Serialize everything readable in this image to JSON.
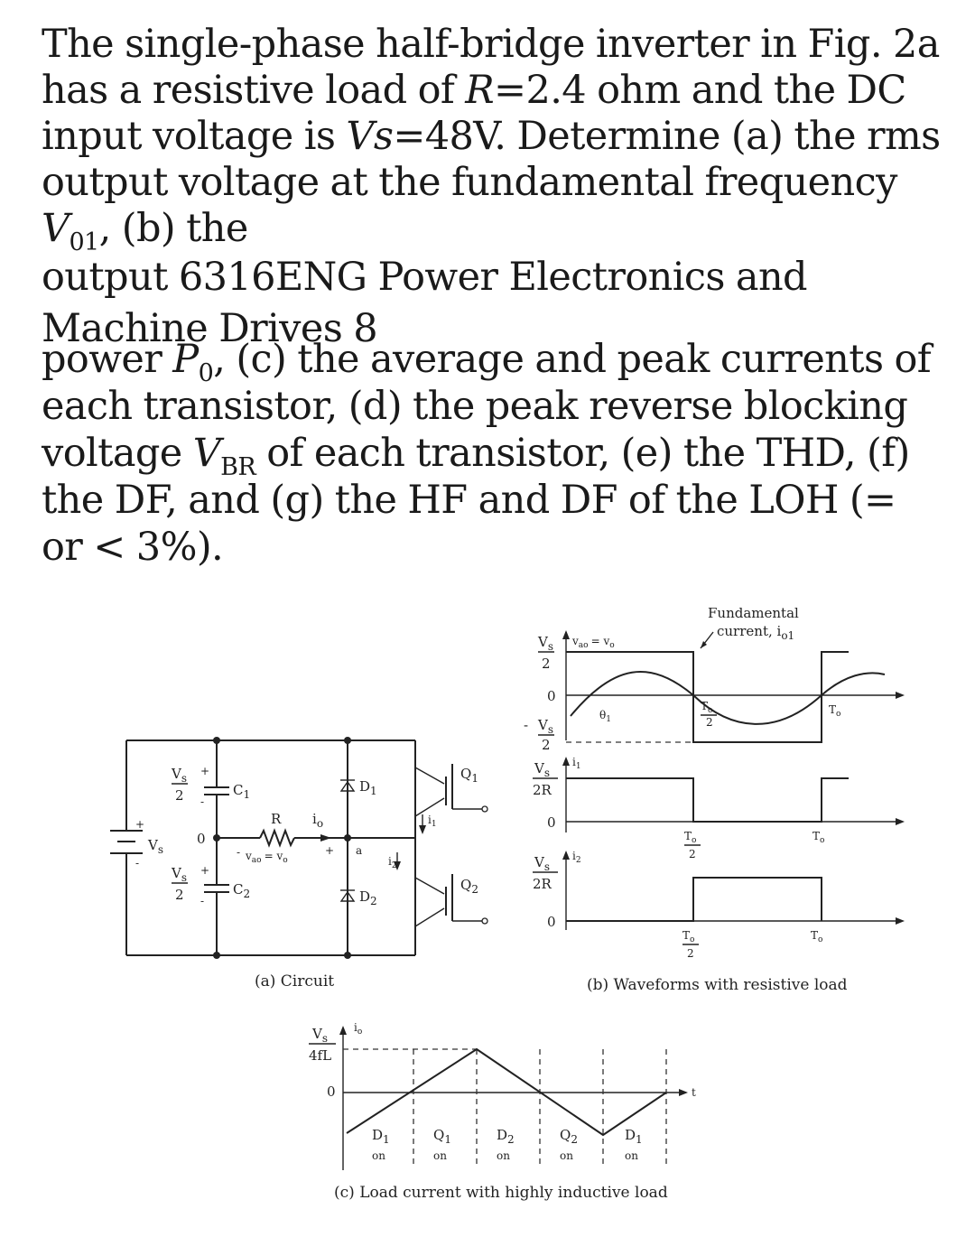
{
  "problem": {
    "part1": {
      "text_a": "The single-phase half-bridge inverter in Fig. 2a has a resistive load of ",
      "r_var": "R",
      "text_b": "=2.4 ohm and the DC input voltage is ",
      "vs_var": "Vs",
      "text_c": "=48V. Determine (a) the rms output voltage at the fundamental frequency ",
      "v01_var": "V",
      "v01_sub": "01",
      "text_d": ", (b) the",
      "line5": "output 6316ENG Power Electronics and",
      "line6": "Machine Drives 8"
    },
    "part2": {
      "text_a": "power ",
      "po_var": "P",
      "po_sub": "0",
      "text_b": ", (c) the average and peak currents of each transistor, (d) the peak reverse blocking voltage ",
      "vbr_var": "V",
      "vbr_sub": "BR",
      "text_c": " of each transistor, (e) the THD, (f) the DF, and (g) the HF and DF of the LOH (= or < 3%)."
    }
  },
  "figure": {
    "circuit": {
      "caption": "(a) Circuit",
      "vs_top_num": "V",
      "vs_top_sub": "s",
      "vs_top_den": "2",
      "vs_label": "V",
      "vs_label_sub": "s",
      "zero": "0",
      "c1": "C",
      "c1_sub": "1",
      "c2": "C",
      "c2_sub": "2",
      "r": "R",
      "io": "i",
      "io_sub": "o",
      "vao": "v",
      "vao_sub": "ao",
      "vao_eq": "= v",
      "vao_eq_sub": "o",
      "node_a": "a",
      "d1": "D",
      "d1_sub": "1",
      "d2": "D",
      "d2_sub": "2",
      "q1": "Q",
      "q1_sub": "1",
      "q2": "Q",
      "q2_sub": "2",
      "i1": "i",
      "i1_sub": "1",
      "i2": "i",
      "i2_sub": "2",
      "plus": "+",
      "minus": "-"
    },
    "waveforms": {
      "caption": "(b) Waveforms with resistive load",
      "fundamental_label_1": "Fundamental",
      "fundamental_label_2": "current, i",
      "fundamental_sub": "o1",
      "vao": "v",
      "vao_sub": "ao",
      "vao_eq": "= v",
      "vao_eq_sub": "o",
      "theta": "θ",
      "theta_sub": "1",
      "vs2_num": "V",
      "vs2_sub": "s",
      "vs2_den": "2",
      "minus": "-",
      "zero": "0",
      "vs2r_num": "V",
      "vs2r_sub": "s",
      "vs2r_den": "2R",
      "i1": "i",
      "i1_sub": "1",
      "i2": "i",
      "i2_sub": "2",
      "to_half_num": "T",
      "to_half_sub": "o",
      "to_half_den": "2",
      "to": "T",
      "to_sub": "o"
    },
    "inductive": {
      "caption": "(c) Load current with highly inductive load",
      "io": "i",
      "io_sub": "o",
      "level_num": "V",
      "level_sub": "s",
      "level_den": "4fL",
      "zero": "0",
      "t": "t",
      "labels": [
        {
          "dev": "D",
          "sub": "1",
          "state": "on"
        },
        {
          "dev": "Q",
          "sub": "1",
          "state": "on"
        },
        {
          "dev": "D",
          "sub": "2",
          "state": "on"
        },
        {
          "dev": "Q",
          "sub": "2",
          "state": "on"
        },
        {
          "dev": "D",
          "sub": "1",
          "state": "on"
        }
      ]
    }
  }
}
